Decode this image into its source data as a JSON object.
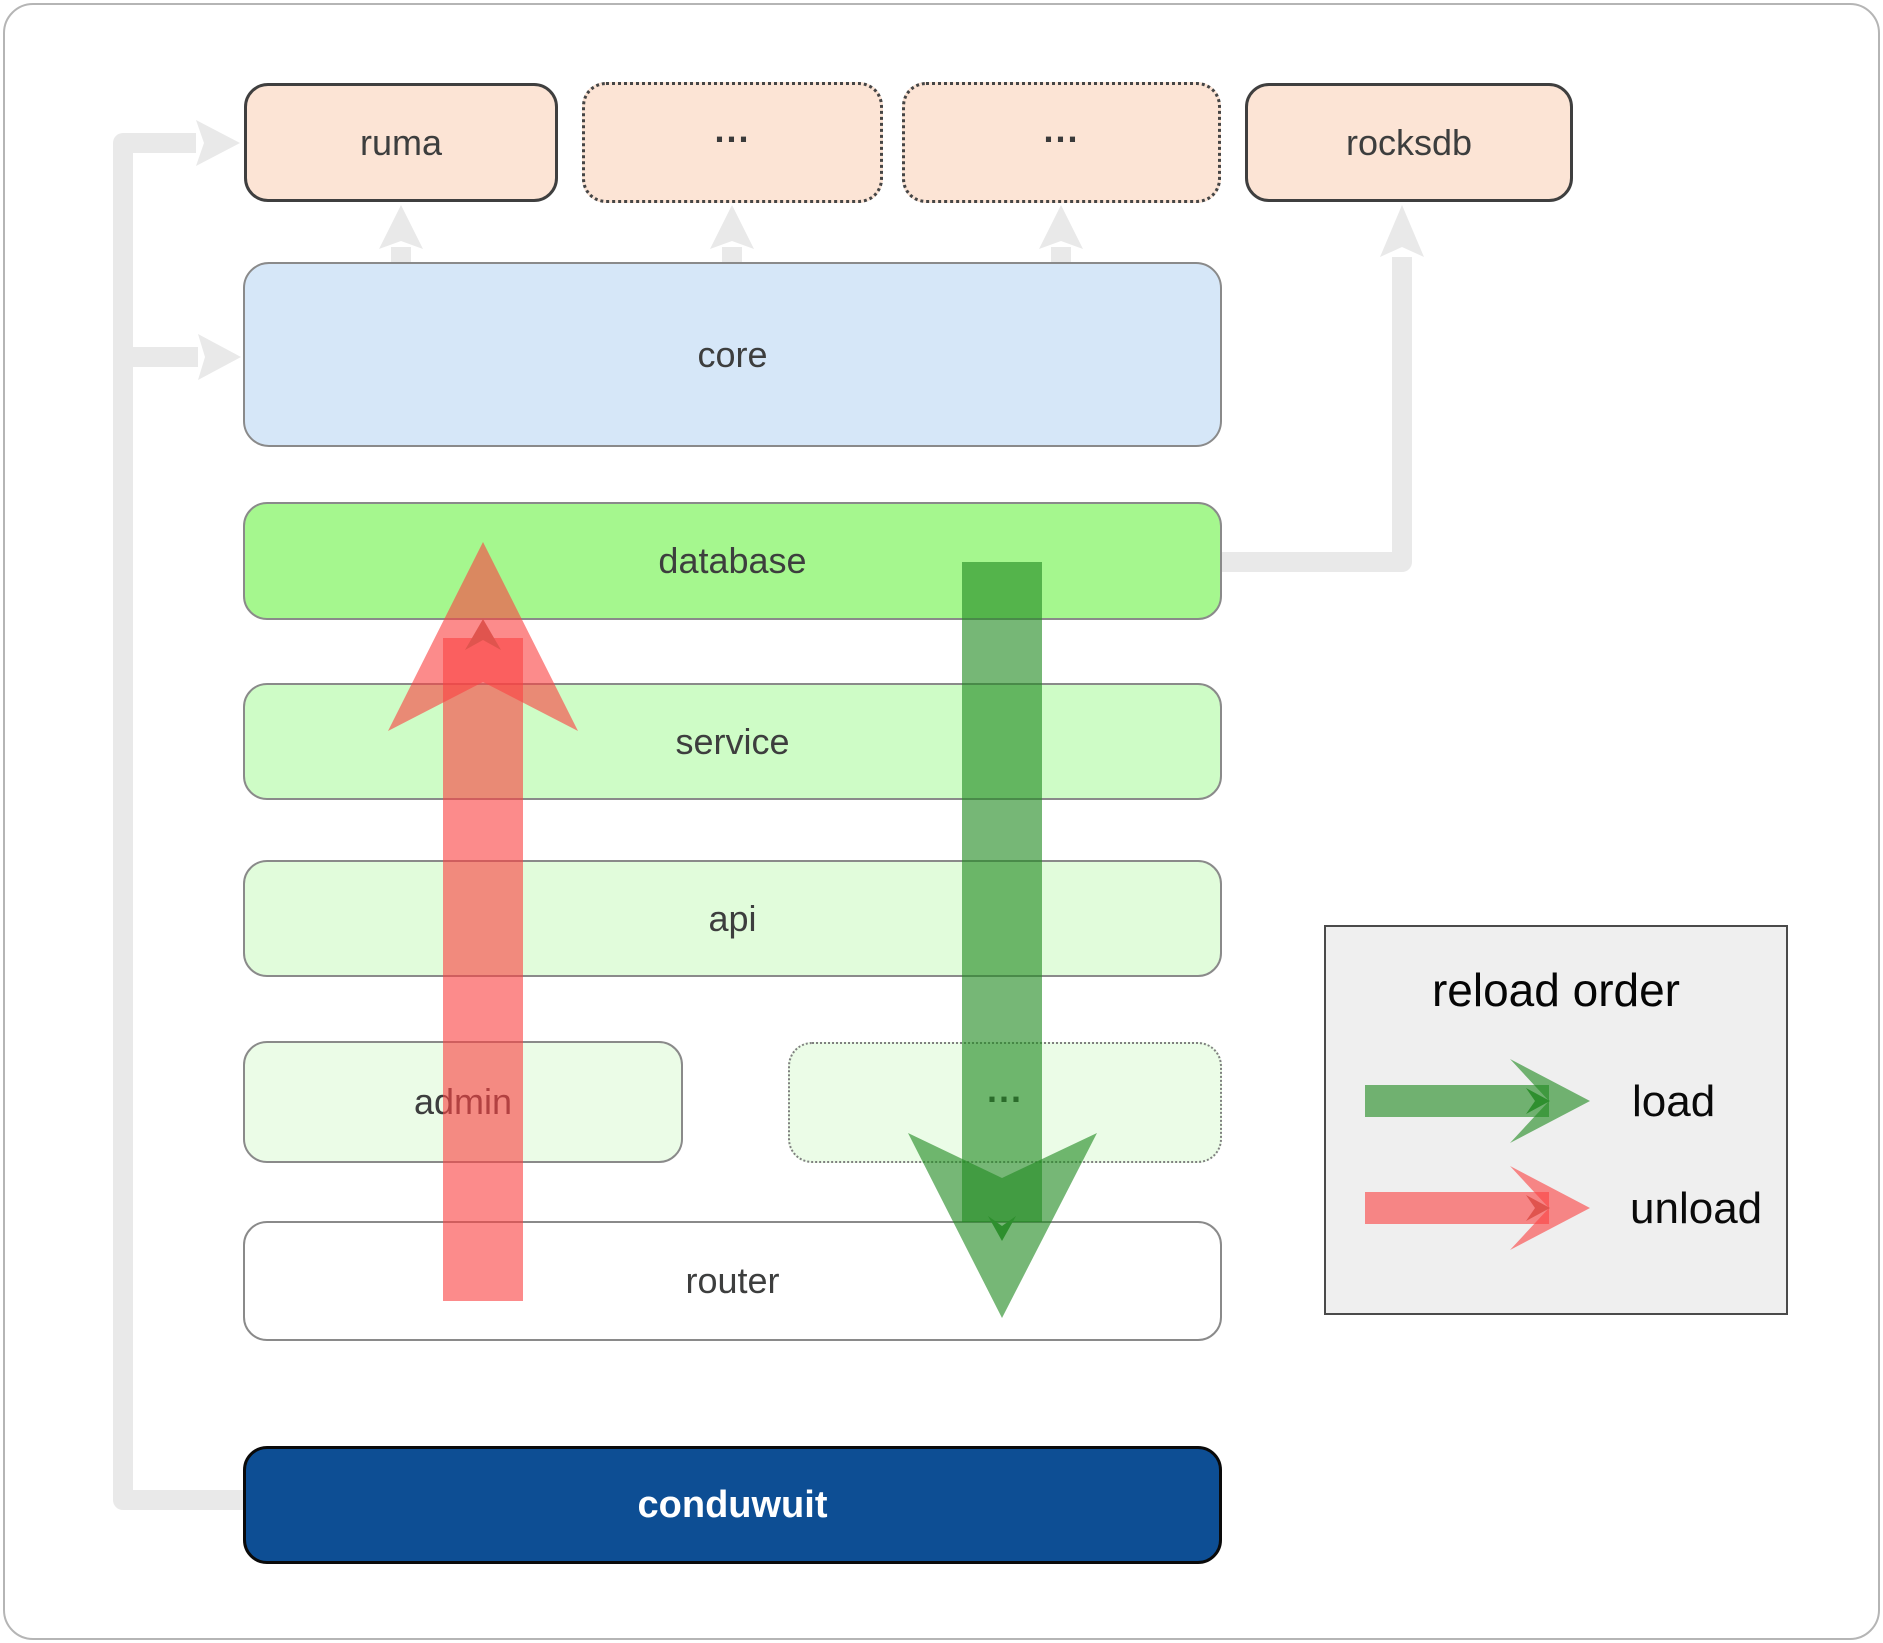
{
  "nodes": {
    "ruma": {
      "label": "ruma"
    },
    "ellipsis_top_1": {
      "label": "..."
    },
    "ellipsis_top_2": {
      "label": "..."
    },
    "rocksdb": {
      "label": "rocksdb"
    },
    "core": {
      "label": "core"
    },
    "database": {
      "label": "database"
    },
    "service": {
      "label": "service"
    },
    "api": {
      "label": "api"
    },
    "admin": {
      "label": "admin"
    },
    "ellipsis_admin": {
      "label": "..."
    },
    "router": {
      "label": "router"
    },
    "conduwuit": {
      "label": "conduwuit"
    }
  },
  "legend": {
    "title": "reload order",
    "load_label": "load",
    "unload_label": "unload"
  },
  "arrows": {
    "load_direction": "down",
    "unload_direction": "up"
  },
  "colors": {
    "peach": "#fce4d5",
    "core_blue": "#d6e7f8",
    "database_green": "#a5f78e",
    "service_green": "#cefcc6",
    "api_green": "#e1fcdb",
    "admin_green": "#ebfce7",
    "conduwuit_blue": "#0d4e94",
    "connector_gray": "#e9e9e9",
    "legend_bg": "#efefef",
    "load_arrow": "#228b22",
    "unload_arrow": "#fa4444",
    "load_notch": "#2e8f2e",
    "unload_notch": "#e0544e",
    "label_color": "#3d3e3e"
  }
}
